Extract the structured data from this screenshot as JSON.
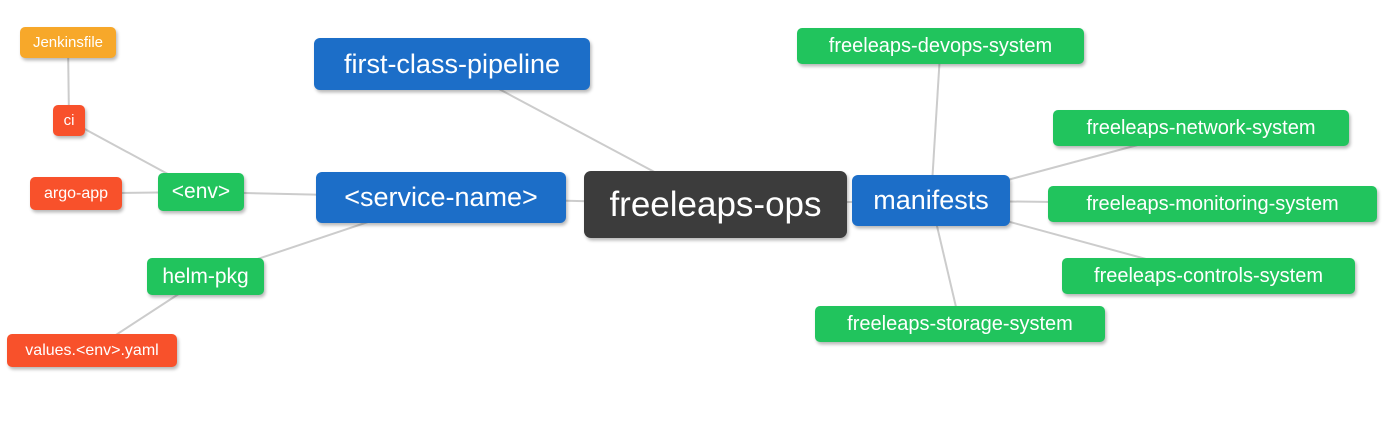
{
  "palette": {
    "root_bg": "#3C3C3C",
    "branch_blue": "#1C6EC8",
    "leaf_green": "#21C45D",
    "leaf_orange": "#F7A82A",
    "leaf_red_orange": "#F8512B",
    "edge_gray": "#CCCCCC",
    "node_text": "#FFFFFF"
  },
  "nodes": {
    "freeleaps-ops": {
      "label": "freeleaps-ops"
    },
    "first-class-pipeline": {
      "label": "first-class-pipeline"
    },
    "service-name": {
      "label": "<service-name>"
    },
    "manifests": {
      "label": "manifests"
    },
    "env": {
      "label": "<env>"
    },
    "helm-pkg": {
      "label": "helm-pkg"
    },
    "jenkinsfile": {
      "label": "Jenkinsfile"
    },
    "ci": {
      "label": "ci"
    },
    "argo-app": {
      "label": "argo-app"
    },
    "values-env-yaml": {
      "label": "values.<env>.yaml"
    },
    "freeleaps-devops-system": {
      "label": "freeleaps-devops-system"
    },
    "freeleaps-network-system": {
      "label": "freeleaps-network-system"
    },
    "freeleaps-monitoring-system": {
      "label": "freeleaps-monitoring-system"
    },
    "freeleaps-controls-system": {
      "label": "freeleaps-controls-system"
    },
    "freeleaps-storage-system": {
      "label": "freeleaps-storage-system"
    }
  },
  "edges": [
    {
      "from": "jenkinsfile",
      "to": "ci"
    },
    {
      "from": "ci",
      "to": "env"
    },
    {
      "from": "argo-app",
      "to": "env"
    },
    {
      "from": "env",
      "to": "service-name"
    },
    {
      "from": "helm-pkg",
      "to": "service-name"
    },
    {
      "from": "values-env-yaml",
      "to": "helm-pkg"
    },
    {
      "from": "first-class-pipeline",
      "to": "freeleaps-ops"
    },
    {
      "from": "service-name",
      "to": "freeleaps-ops"
    },
    {
      "from": "freeleaps-ops",
      "to": "manifests"
    },
    {
      "from": "manifests",
      "to": "freeleaps-devops-system"
    },
    {
      "from": "manifests",
      "to": "freeleaps-network-system"
    },
    {
      "from": "manifests",
      "to": "freeleaps-monitoring-system"
    },
    {
      "from": "manifests",
      "to": "freeleaps-controls-system"
    },
    {
      "from": "manifests",
      "to": "freeleaps-storage-system"
    }
  ]
}
